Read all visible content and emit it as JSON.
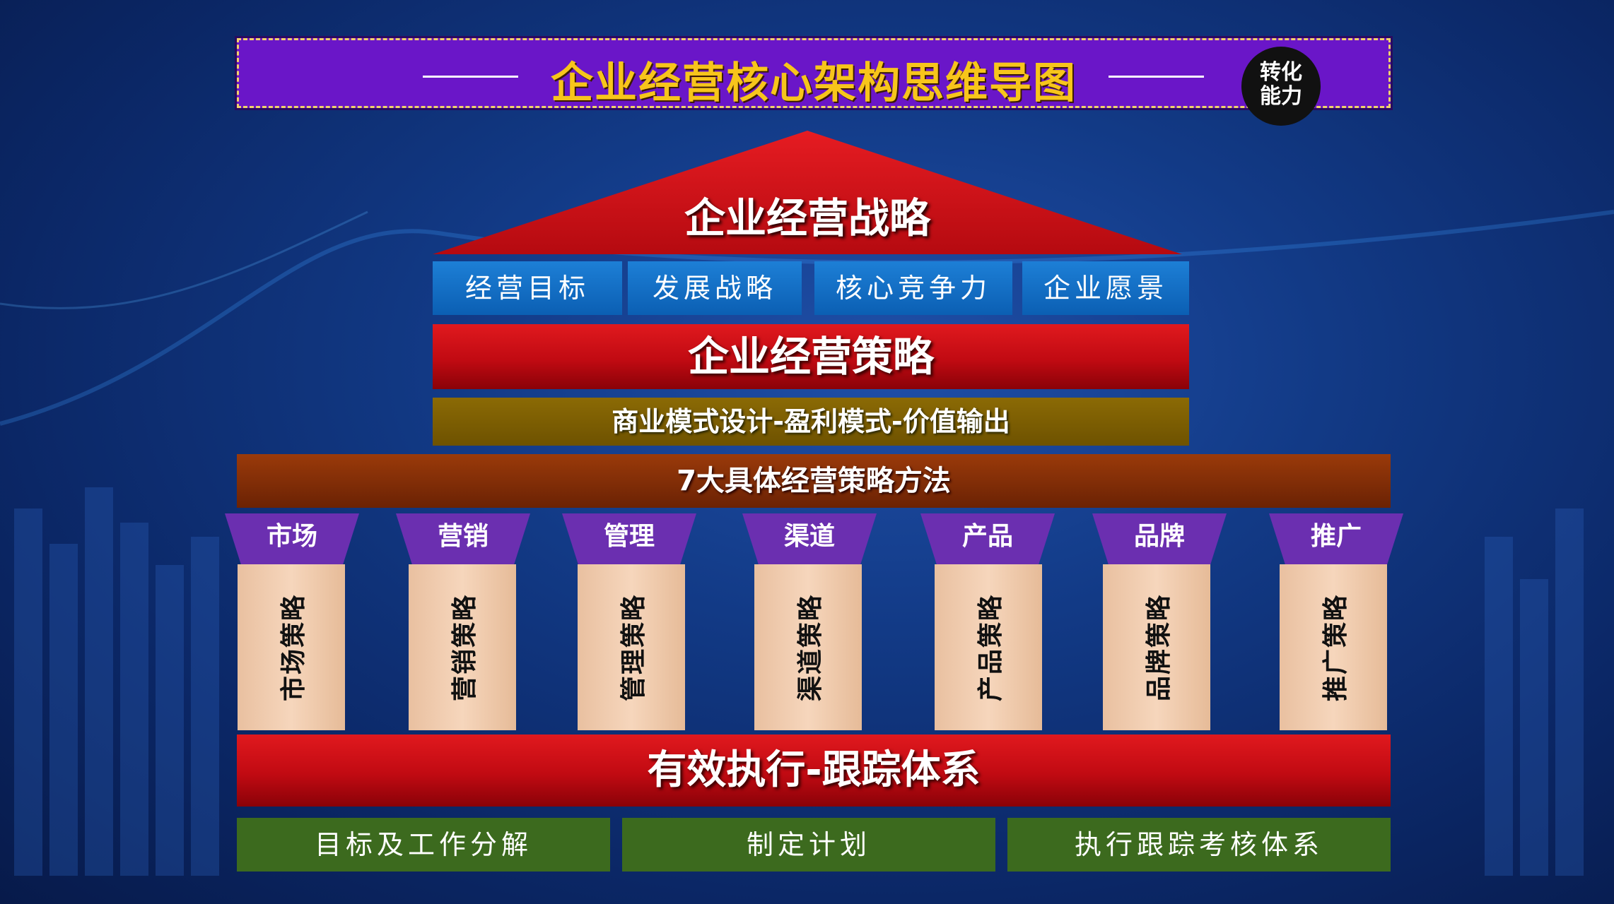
{
  "title": {
    "text": "企业经营核心架构思维导图",
    "logo_line1": "转化",
    "logo_line2": "能力"
  },
  "roof": {
    "label": "企业经营战略"
  },
  "strategy_items": [
    "经营目标",
    "发展战略",
    "核心竞争力",
    "企业愿景"
  ],
  "policy_band": "企业经营策略",
  "business_model_band": "商业模式设计-盈利模式-价值输出",
  "methods_band": "7大具体经营策略方法",
  "pillars": [
    {
      "head": "市场",
      "body": "市场策略"
    },
    {
      "head": "营销",
      "body": "营销策略"
    },
    {
      "head": "管理",
      "body": "管理策略"
    },
    {
      "head": "渠道",
      "body": "渠道策略"
    },
    {
      "head": "产品",
      "body": "产品策略"
    },
    {
      "head": "品牌",
      "body": "品牌策略"
    },
    {
      "head": "推广",
      "body": "推广策略"
    }
  ],
  "execution_band": "有效执行-跟踪体系",
  "execution_items": [
    "目标及工作分解",
    "制定计划",
    "执行跟踪考核体系"
  ],
  "colors": {
    "title_bg": "#6a16c8",
    "roof_red": "#d4141a",
    "blue_box": "#1670c8",
    "gold_band": "#7a5c02",
    "brown_band": "#7f2c06",
    "pillar_head": "#6b2fb0",
    "pillar_body": "#f3cfb3",
    "green_box": "#3c6a1e"
  }
}
